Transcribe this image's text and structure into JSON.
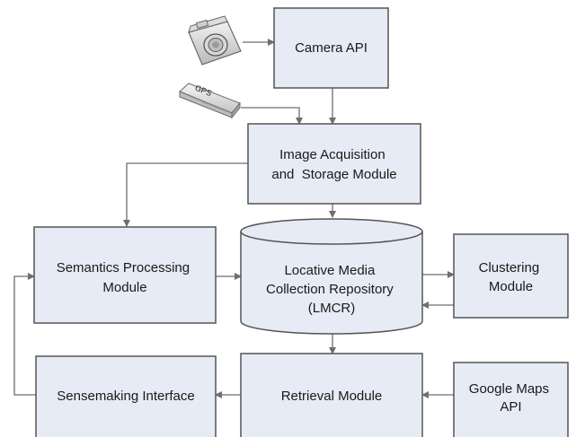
{
  "diagram": {
    "colors": {
      "box_fill": "#e6ebf5",
      "box_stroke": "#555555",
      "arrow": "#6e6e6e",
      "cylinder_fill": "#e6ebf5"
    },
    "icons": {
      "camera": "camera-icon",
      "gps": "gps-device-icon"
    },
    "gps_label": "GPS",
    "nodes": {
      "camera_api": {
        "lines": [
          "Camera API"
        ]
      },
      "image_acquisition": {
        "lines": [
          "Image Acquisition",
          "and  Storage Module"
        ]
      },
      "semantics": {
        "lines": [
          "Semantics Processing",
          "Module"
        ]
      },
      "repository": {
        "lines": [
          "Locative Media",
          "Collection Repository",
          "(LMCR)"
        ]
      },
      "clustering": {
        "lines": [
          "Clustering",
          "Module"
        ]
      },
      "sensemaking": {
        "lines": [
          "Sensemaking Interface"
        ]
      },
      "retrieval": {
        "lines": [
          "Retrieval Module"
        ]
      },
      "google_maps": {
        "lines": [
          "Google Maps",
          "API"
        ]
      }
    },
    "edges": [
      {
        "from": "camera",
        "to": "camera_api"
      },
      {
        "from": "gps",
        "to": "image_acquisition"
      },
      {
        "from": "camera_api",
        "to": "image_acquisition"
      },
      {
        "from": "image_acquisition",
        "to": "repository"
      },
      {
        "from": "image_acquisition",
        "to": "semantics"
      },
      {
        "from": "semantics",
        "to": "repository"
      },
      {
        "from": "repository",
        "to": "clustering"
      },
      {
        "from": "clustering",
        "to": "repository"
      },
      {
        "from": "repository",
        "to": "retrieval"
      },
      {
        "from": "google_maps",
        "to": "retrieval"
      },
      {
        "from": "retrieval",
        "to": "sensemaking"
      },
      {
        "from": "sensemaking",
        "to": "semantics"
      }
    ]
  }
}
